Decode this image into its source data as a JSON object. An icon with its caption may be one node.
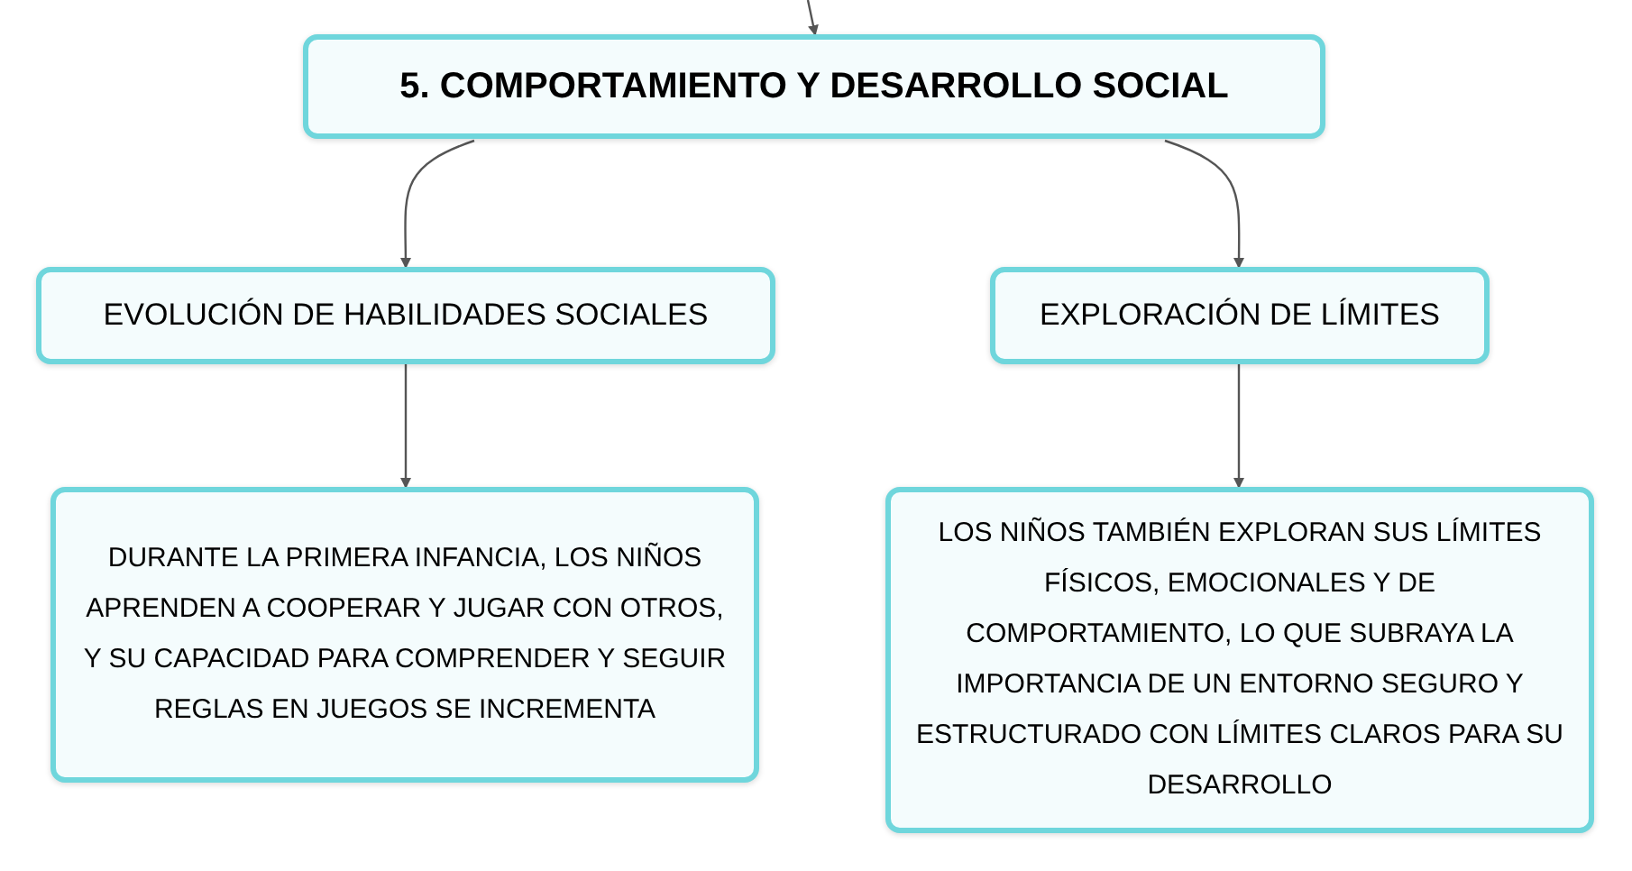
{
  "diagram": {
    "nodes": [
      {
        "text": [
          "5. COMPORTAMIENTO Y DESARROLLO SOCIAL"
        ]
      },
      {
        "text": [
          "EVOLUCIÓN DE HABILIDADES SOCIALES"
        ]
      },
      {
        "text": [
          "EXPLORACIÓN DE LÍMITES"
        ]
      },
      {
        "text": [
          "DURANTE LA PRIMERA INFANCIA, LOS NIÑOS APRENDEN A COOPERAR Y JUGAR CON OTROS, Y SU CAPACIDAD PARA COMPRENDER Y SEGUIR REGLAS EN JUEGOS SE INCREMENTA"
        ]
      },
      {
        "text": [
          "LOS NIÑOS TAMBIÉN EXPLORAN SUS LÍMITES FÍSICOS, EMOCIONALES Y DE COMPORTAMIENTO, LO QUE SUBRAYA LA IMPORTANCIA DE UN ENTORNO SEGURO Y ESTRUCTURADO CON LÍMITES CLAROS PARA SU DESARROLLO"
        ]
      }
    ],
    "edges": [
      {
        "from": null,
        "to": 0,
        "arrow": "to"
      },
      {
        "from": 0,
        "to": 1,
        "arrow": "to"
      },
      {
        "from": 0,
        "to": 2,
        "arrow": "to"
      },
      {
        "from": 1,
        "to": 3,
        "arrow": "to"
      },
      {
        "from": 2,
        "to": 4,
        "arrow": "to"
      }
    ]
  }
}
